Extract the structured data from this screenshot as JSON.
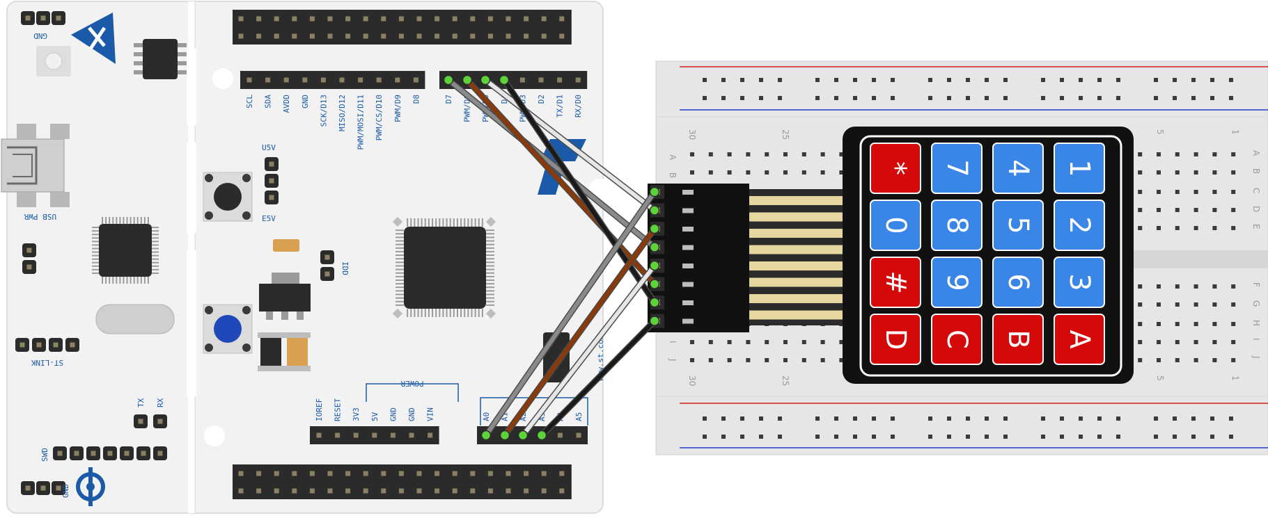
{
  "board": {
    "labels": {
      "gnd_top": "GND",
      "usb_pwr": "USB PWR",
      "st_link": "ST-LINK",
      "tx": "TX",
      "rx": "RX",
      "swd": "SWD",
      "gnd_bottom": "GND",
      "u5v": "U5V",
      "e5v": "E5V",
      "idd": "IDD",
      "power": "POWER",
      "url": "www.st.com"
    },
    "digital_header": [
      "SCL",
      "SDA",
      "AVDD",
      "GND",
      "SCK/D13",
      "MISO/D12",
      "PWM/MOSI/D11",
      "PWM/CS/D10",
      "PWM/D9",
      "D8"
    ],
    "digital_header_right": [
      "D7",
      "PWM/D6",
      "PWM/D5",
      "D4",
      "PWM/D3",
      "D2",
      "TX/D1",
      "RX/D0"
    ],
    "power_header": [
      "IOREF",
      "RESET",
      "3V3",
      "5V",
      "GND",
      "GND",
      "VIN"
    ],
    "analog_header": [
      "A0",
      "A1",
      "A2",
      "A3",
      "A4",
      "A5"
    ]
  },
  "keypad": {
    "keys": [
      {
        "label": "*",
        "color": "#d40a0a"
      },
      {
        "label": "7",
        "color": "#3a86e6"
      },
      {
        "label": "4",
        "color": "#3a86e6"
      },
      {
        "label": "1",
        "color": "#3a86e6"
      },
      {
        "label": "0",
        "color": "#3a86e6"
      },
      {
        "label": "8",
        "color": "#3a86e6"
      },
      {
        "label": "5",
        "color": "#3a86e6"
      },
      {
        "label": "2",
        "color": "#3a86e6"
      },
      {
        "label": "#",
        "color": "#d40a0a"
      },
      {
        "label": "9",
        "color": "#3a86e6"
      },
      {
        "label": "6",
        "color": "#3a86e6"
      },
      {
        "label": "3",
        "color": "#3a86e6"
      },
      {
        "label": "D",
        "color": "#d40a0a"
      },
      {
        "label": "C",
        "color": "#d40a0a"
      },
      {
        "label": "B",
        "color": "#d40a0a"
      },
      {
        "label": "A",
        "color": "#d40a0a"
      }
    ]
  },
  "breadboard": {
    "col_numbers_top": [
      "30",
      "25",
      "5",
      "1"
    ],
    "col_numbers_bottom": [
      "30",
      "25",
      "5",
      "1"
    ],
    "row_letters_left": [
      "A",
      "B",
      "I",
      "J"
    ],
    "row_letters_right": [
      "A",
      "B",
      "C",
      "D",
      "E",
      "F",
      "G",
      "H",
      "I",
      "J"
    ]
  },
  "wires": [
    {
      "name": "wire-d7",
      "color": "#8a8a8a"
    },
    {
      "name": "wire-d6",
      "color": "#8a3a0a"
    },
    {
      "name": "wire-d5",
      "color": "#e6e6e6"
    },
    {
      "name": "wire-d4",
      "color": "#1a1a1a"
    },
    {
      "name": "wire-a0",
      "color": "#8a8a8a"
    },
    {
      "name": "wire-a1",
      "color": "#8a3a0a"
    },
    {
      "name": "wire-a2",
      "color": "#e6e6e6"
    },
    {
      "name": "wire-a3",
      "color": "#1a1a1a"
    }
  ],
  "colors": {
    "board": "#f2f2f2",
    "silkscreen": "#1a5aa8",
    "rail_red": "#d21e1e",
    "rail_blue": "#1e3cc8"
  }
}
